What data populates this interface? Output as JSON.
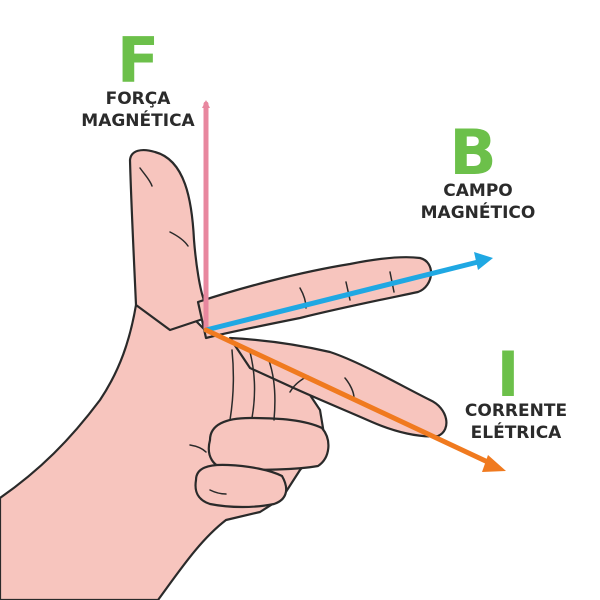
{
  "force": {
    "letter": "F",
    "line1": "FORÇA",
    "line2": "MAGNÉTICA",
    "color": "#e8879f"
  },
  "field": {
    "letter": "B",
    "line1": "CAMPO",
    "line2": "MAGNÉTICO",
    "color": "#1fa8e3"
  },
  "current": {
    "letter": "I",
    "line1": "CORRENTE",
    "line2": "ELÉTRICA",
    "color": "#f07a1f"
  },
  "letter_color": "#6cc04a",
  "skin_color": "#f7c5be",
  "outline_color": "#2a2a2a"
}
